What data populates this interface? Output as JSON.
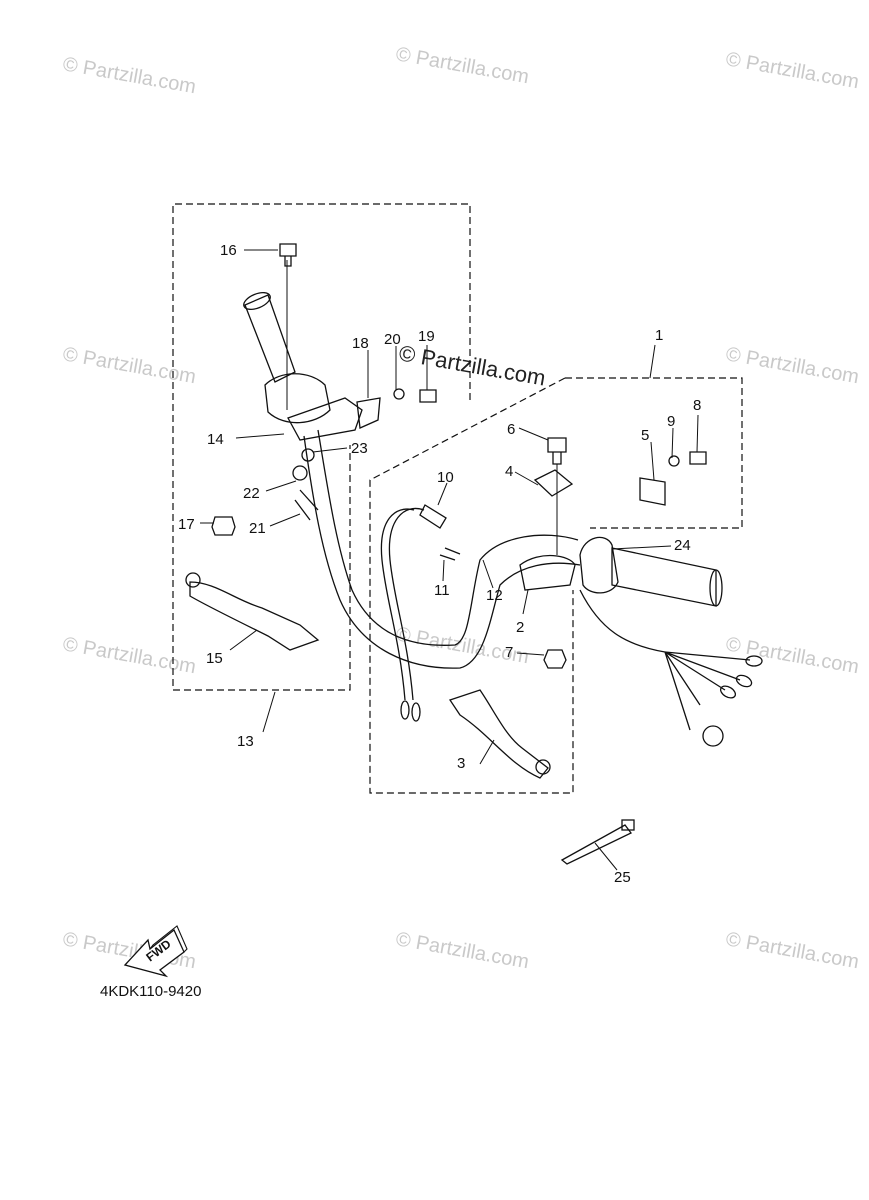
{
  "watermark": {
    "text": "© Partzilla.com",
    "center_text": "© Partzilla.com",
    "color": "#c9c9c9"
  },
  "diagram": {
    "code": "4KDK110-9420",
    "fwd_label": "FWD",
    "callouts": [
      "1",
      "2",
      "3",
      "4",
      "5",
      "6",
      "7",
      "8",
      "9",
      "10",
      "11",
      "12",
      "13",
      "14",
      "15",
      "16",
      "17",
      "18",
      "19",
      "20",
      "21",
      "22",
      "23",
      "24",
      "25"
    ]
  }
}
